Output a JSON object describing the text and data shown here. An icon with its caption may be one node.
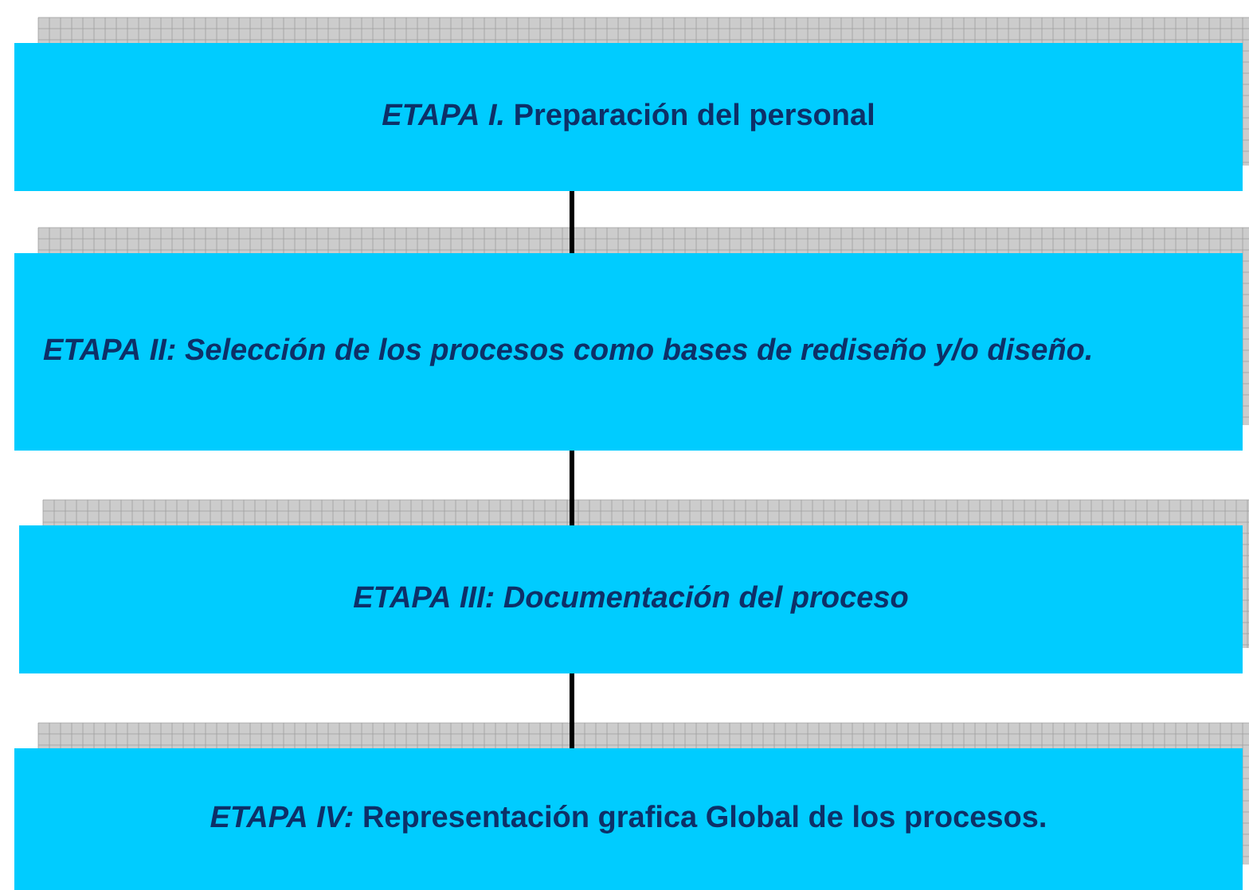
{
  "diagram": {
    "nodes": [
      {
        "text": [
          "*ETAPA I.* Preparación del personal"
        ]
      },
      {
        "text": [
          "ETAPA II: Selección de los procesos como bases de rediseño y/o diseño."
        ]
      },
      {
        "text": [
          "ETAPA III: Documentación del proceso"
        ]
      },
      {
        "text": [
          "*ETAPA IV:* Representación grafica Global de los procesos."
        ]
      }
    ],
    "edges": [
      {
        "from": 0,
        "to": 1,
        "arrow": "none"
      },
      {
        "from": 1,
        "to": 2,
        "arrow": "none"
      },
      {
        "from": 2,
        "to": 3,
        "arrow": "none"
      }
    ]
  }
}
